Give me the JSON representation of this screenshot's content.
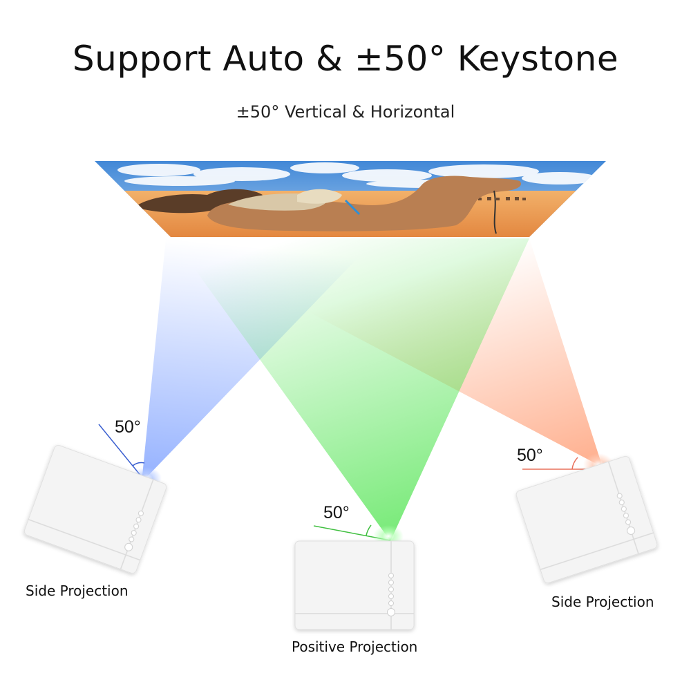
{
  "title": "Support Auto & ±50° Keystone",
  "subtitle": "±50° Vertical & Horizontal",
  "projectors": {
    "left": {
      "caption": "Side Projection",
      "angle": "50°",
      "beam_color": "#6f96ff",
      "marker_color": "#3a5fd0"
    },
    "center": {
      "caption": "Positive Projection",
      "angle": "50°",
      "beam_color": "#5ee65e",
      "marker_color": "#3fbf3f"
    },
    "right": {
      "caption": "Side Projection",
      "angle": "50°",
      "beam_color": "#ff9a70",
      "marker_color": "#e8705a"
    }
  },
  "screen": {
    "sky_color": "#4a8fd6",
    "sand_color": "#e8904a"
  }
}
